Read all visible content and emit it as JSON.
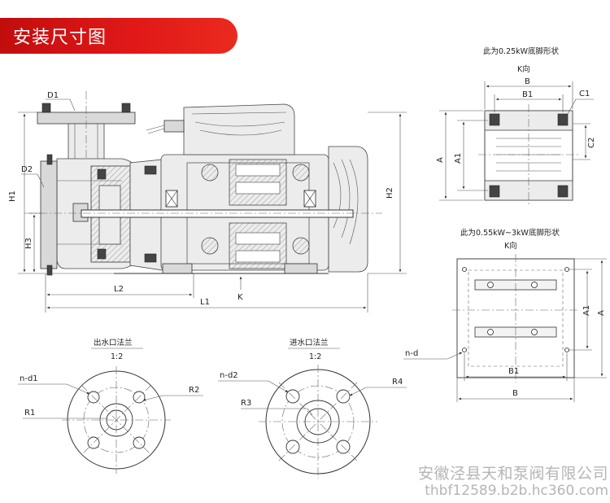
{
  "banner": {
    "title": "安装尺寸图",
    "color": "#d8151b"
  },
  "main_view": {
    "labels": {
      "d1": "D1",
      "d2": "D2",
      "h1": "H1",
      "h2": "H2",
      "h3": "H3",
      "l1": "L1",
      "l2": "L2",
      "k": "K"
    }
  },
  "foot_small": {
    "caption": "此为0.25kW底脚形状",
    "direction": "K向",
    "labels": {
      "b": "B",
      "b1": "B1",
      "c1": "C1",
      "c2": "C2",
      "a": "A",
      "a1": "A1"
    }
  },
  "foot_large": {
    "caption": "此为0.55kW~3kW底脚形状",
    "direction": "K向",
    "labels": {
      "nd": "n-d",
      "b1": "B1",
      "b": "B",
      "a": "A",
      "a1": "A1"
    }
  },
  "outlet_flange": {
    "caption": "出水口法兰",
    "scale": "1:2",
    "labels": {
      "nd1": "n-d1",
      "r1": "R1",
      "r2": "R2"
    }
  },
  "inlet_flange": {
    "caption": "进水口法兰",
    "scale": "1:2",
    "labels": {
      "nd2": "n-d2",
      "r3": "R3",
      "r4": "R4"
    }
  },
  "watermark": {
    "company": "安徽泾县天和泵阀有限公司",
    "url": "thbf12589.b2b.hc360.com"
  }
}
